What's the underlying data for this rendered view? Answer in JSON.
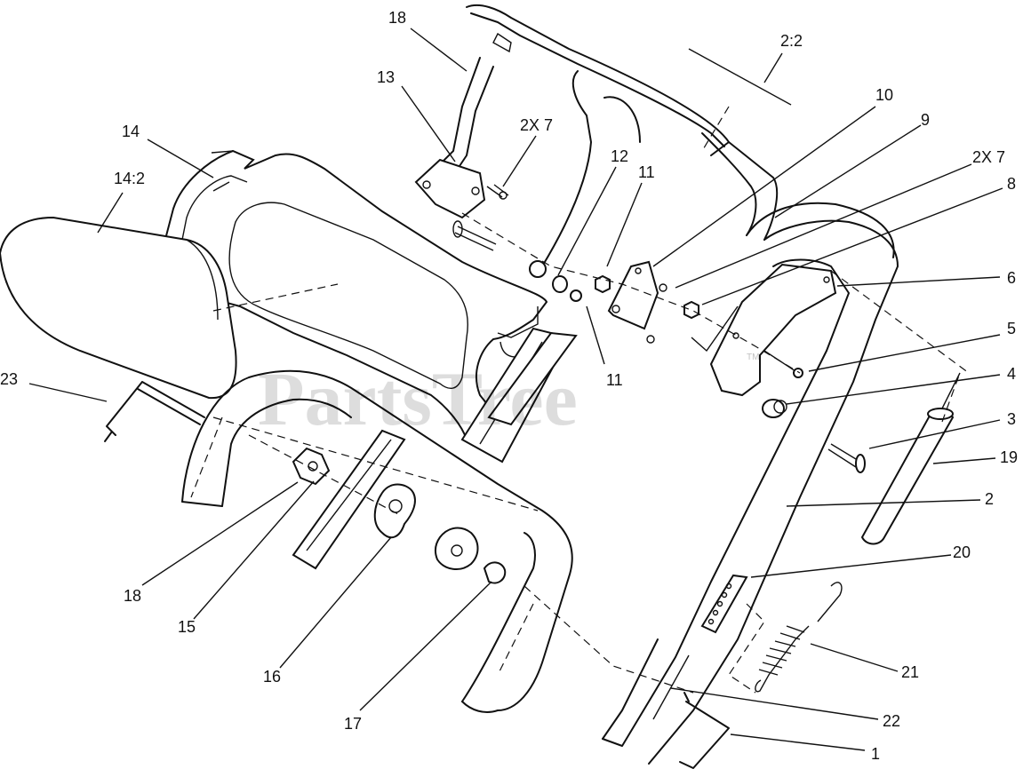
{
  "watermark": {
    "text": "PartsTree",
    "tm": "TM"
  },
  "callouts": [
    {
      "id": "c18a",
      "text": "18"
    },
    {
      "id": "c13",
      "text": "13"
    },
    {
      "id": "c2x7a",
      "text": "2X 7"
    },
    {
      "id": "c22",
      "text": "2:2"
    },
    {
      "id": "c14",
      "text": "14"
    },
    {
      "id": "c142",
      "text": "14:2"
    },
    {
      "id": "c12",
      "text": "12"
    },
    {
      "id": "c11a",
      "text": "11"
    },
    {
      "id": "c10",
      "text": "10"
    },
    {
      "id": "c9",
      "text": "9"
    },
    {
      "id": "c2x7b",
      "text": "2X 7"
    },
    {
      "id": "c8",
      "text": "8"
    },
    {
      "id": "c6",
      "text": "6"
    },
    {
      "id": "c5",
      "text": "5"
    },
    {
      "id": "c4",
      "text": "4"
    },
    {
      "id": "c11b",
      "text": "11"
    },
    {
      "id": "c3",
      "text": "3"
    },
    {
      "id": "c19",
      "text": "19"
    },
    {
      "id": "c2",
      "text": "2"
    },
    {
      "id": "c23",
      "text": "23"
    },
    {
      "id": "c20",
      "text": "20"
    },
    {
      "id": "c21",
      "text": "21"
    },
    {
      "id": "c18b",
      "text": "18"
    },
    {
      "id": "c15",
      "text": "15"
    },
    {
      "id": "c16",
      "text": "16"
    },
    {
      "id": "c17",
      "text": "17"
    },
    {
      "id": "c22b",
      "text": "22"
    },
    {
      "id": "c1",
      "text": "1"
    }
  ]
}
